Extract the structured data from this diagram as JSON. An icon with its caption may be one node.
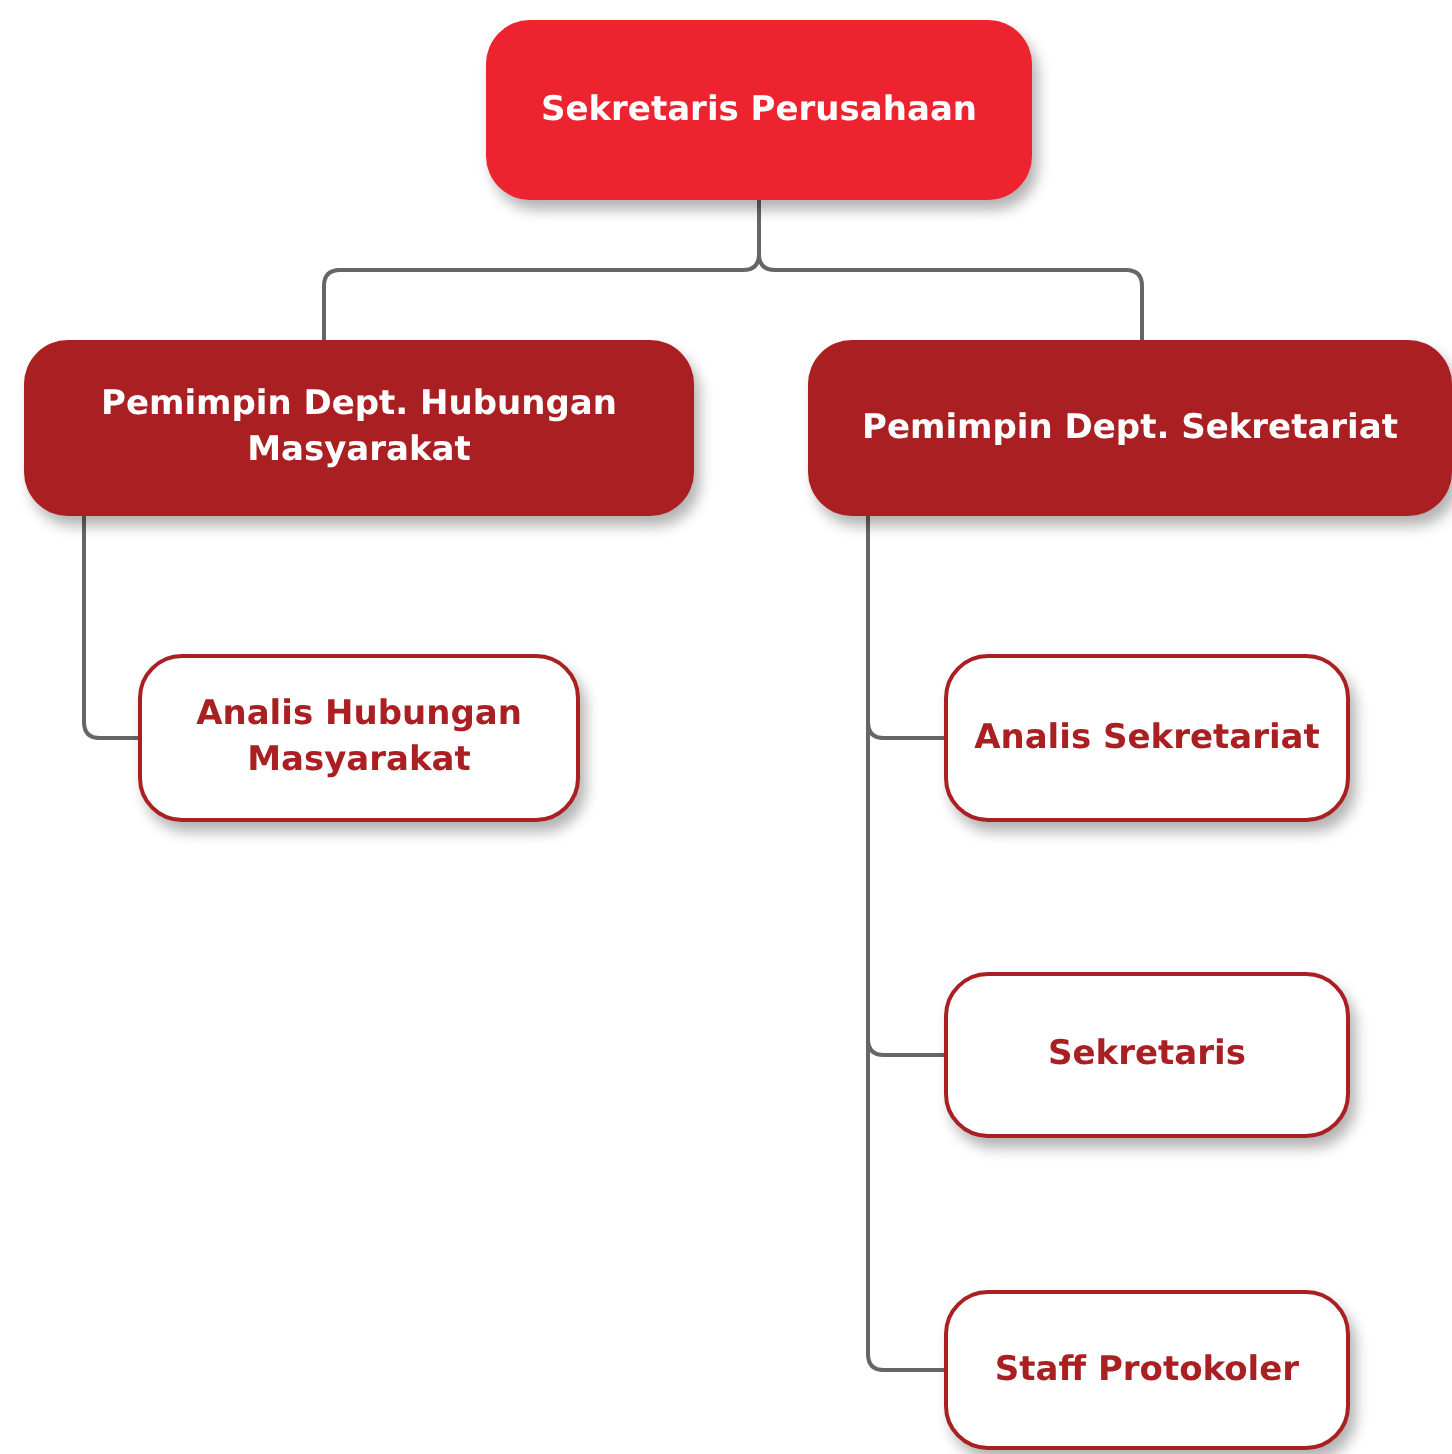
{
  "diagram": {
    "nodes": [
      {
        "text": [
          "Sekretaris Perusahaan"
        ]
      },
      {
        "text": [
          "Pemimpin Dept. Hubungan Masyarakat"
        ]
      },
      {
        "text": [
          "Pemimpin Dept. Sekretariat"
        ]
      },
      {
        "text": [
          "Analis Hubungan Masyarakat"
        ]
      },
      {
        "text": [
          "Analis Sekretariat"
        ]
      },
      {
        "text": [
          "Sekretaris"
        ]
      },
      {
        "text": [
          "Staff Protokoler"
        ]
      }
    ],
    "edges": [
      {
        "from": 0,
        "to": 1,
        "arrow": "none"
      },
      {
        "from": 0,
        "to": 2,
        "arrow": "none"
      },
      {
        "from": 1,
        "to": 3,
        "arrow": "none"
      },
      {
        "from": 2,
        "to": 4,
        "arrow": "none"
      },
      {
        "from": 2,
        "to": 5,
        "arrow": "none"
      },
      {
        "from": 2,
        "to": 6,
        "arrow": "none"
      }
    ]
  }
}
